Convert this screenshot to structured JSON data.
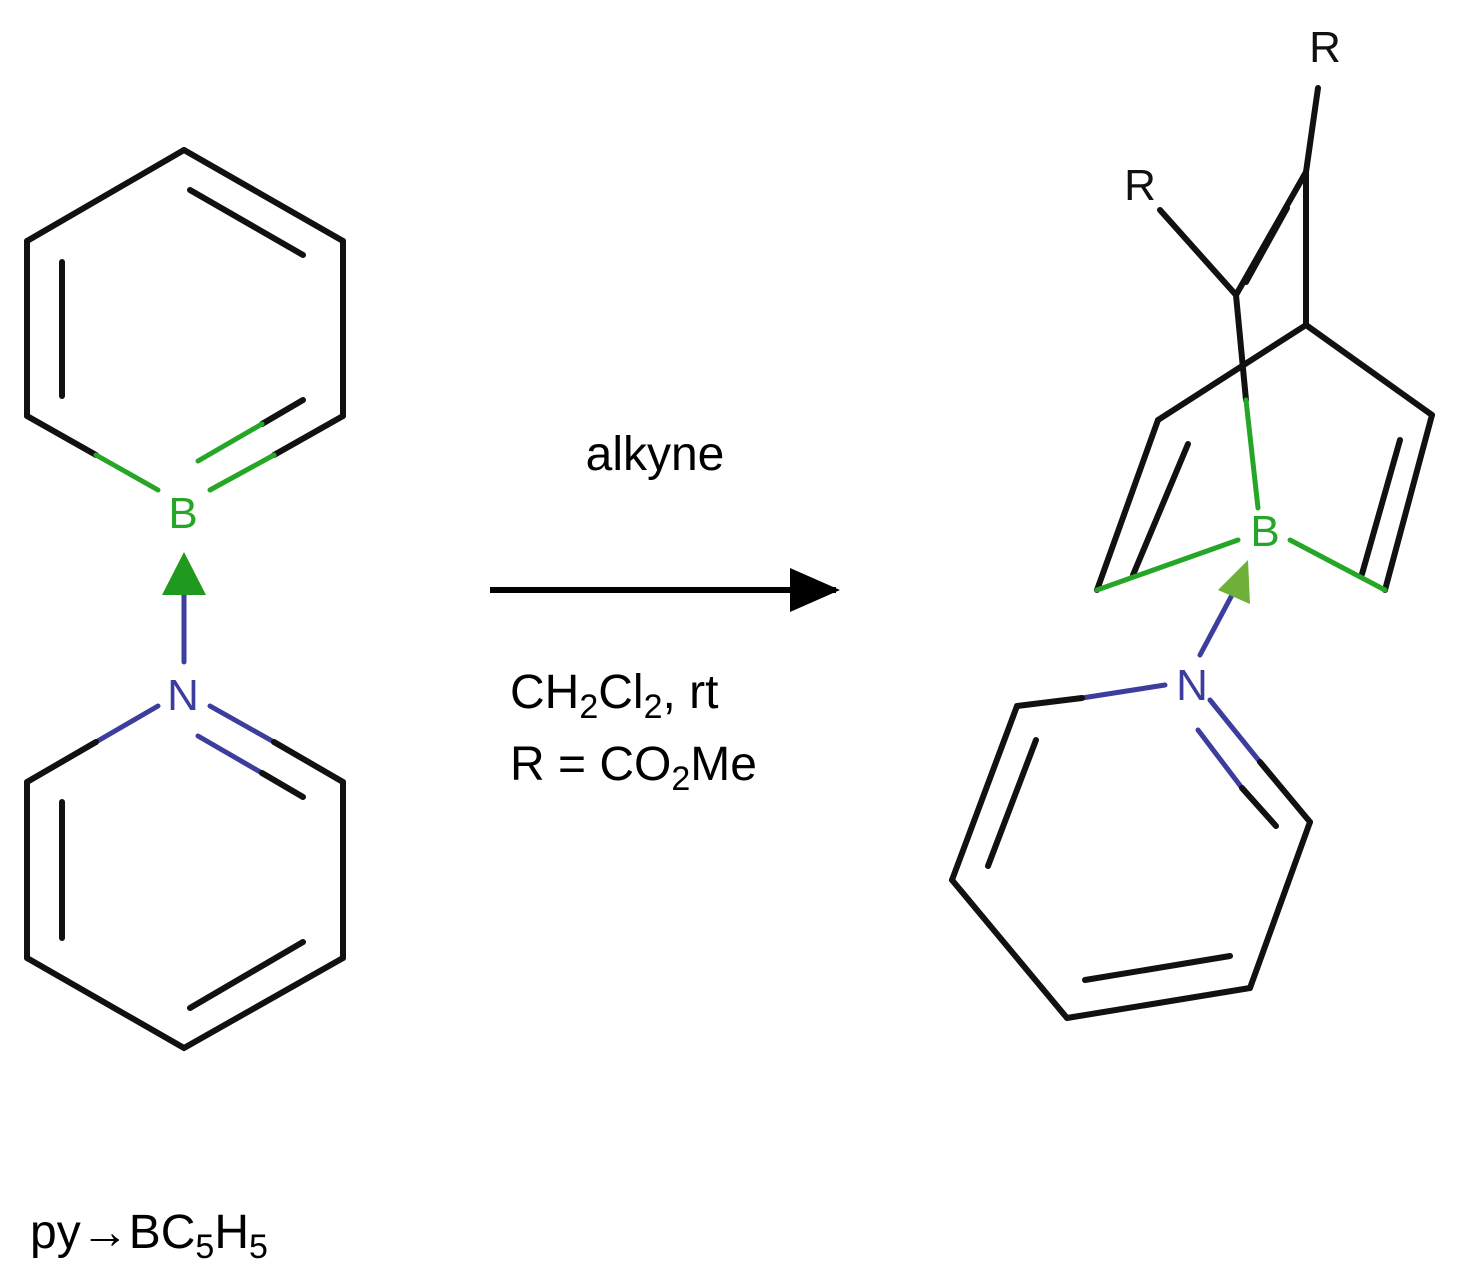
{
  "colors": {
    "bond": "#111111",
    "boron": "#26a626",
    "nitrogen": "#3d3d9e",
    "dative_arrow_left": "#1f9a1f",
    "dative_arrow_right": "#6fb03a"
  },
  "reactant": {
    "boron_label": "B",
    "nitrogen_label": "N",
    "caption_main": "py",
    "caption_arrow": "→",
    "caption_b": "BC",
    "caption_sub1": "5",
    "caption_h": "H",
    "caption_sub2": "5"
  },
  "conditions": {
    "above_arrow": "alkyne",
    "line1_a": "CH",
    "line1_sub1": "2",
    "line1_b": "Cl",
    "line1_sub2": "2",
    "line1_c": ", rt",
    "line2_a": "R = CO",
    "line2_sub": "2",
    "line2_b": "Me"
  },
  "product": {
    "boron_label": "B",
    "nitrogen_label": "N",
    "substituent_top": "R",
    "substituent_left": "R"
  }
}
